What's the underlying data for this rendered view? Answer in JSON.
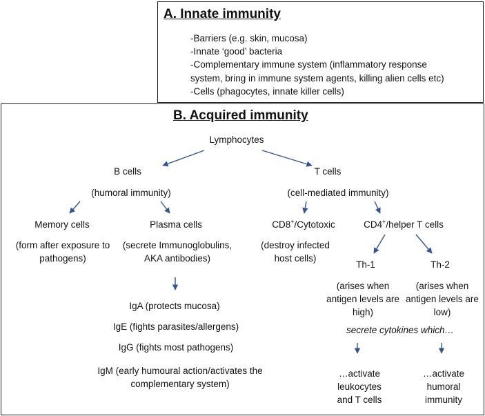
{
  "innate": {
    "title": "A. Innate immunity",
    "items": [
      "-Barriers (e.g. skin, mucosa)",
      "-Innate ‘good’ bacteria",
      "-Complementary immune system (inflammatory response",
      "system, bring in immune system agents, killing alien cells etc)",
      "-Cells (phagocytes, innate killer cells)"
    ]
  },
  "acquired": {
    "title": "B. Acquired immunity",
    "lymphocytes": "Lymphocytes",
    "b_cells": "B cells",
    "humoral": "(humoral immunity)",
    "memory_cells": "Memory cells",
    "memory_desc": "(form after exposure to pathogens)",
    "plasma_cells": "Plasma cells",
    "plasma_desc": "(secrete Immunoglobulins, AKA antibodies)",
    "iga": "IgA (protects mucosa)",
    "ige": "IgE (fights parasites/allergens)",
    "igg": "IgG (fights most pathogens)",
    "igm": "IgM (early humoural action/activates the complementary system)",
    "t_cells": "T cells",
    "cell_mediated": "(cell-mediated immunity)",
    "cd8_prefix": "CD8",
    "cd8_sup": "+",
    "cd8_suffix": "/Cytotoxic",
    "cd8_desc": "(destroy infected host cells)",
    "cd4_prefix": "CD4",
    "cd4_sup": "+",
    "cd4_suffix": "/helper  T cells",
    "th1": "Th-1",
    "th1_desc": "(arises when antigen levels are high)",
    "th2": "Th-2",
    "th2_desc": "(arises when antigen levels are low)",
    "cytokines": "secrete cytokines which…",
    "th1_result": "…activate leukocytes and T cells",
    "th2_result": "…activate humoral immunity"
  },
  "colors": {
    "arrow": "#2f5597",
    "border": "#1a1a1a",
    "text": "#111111"
  }
}
